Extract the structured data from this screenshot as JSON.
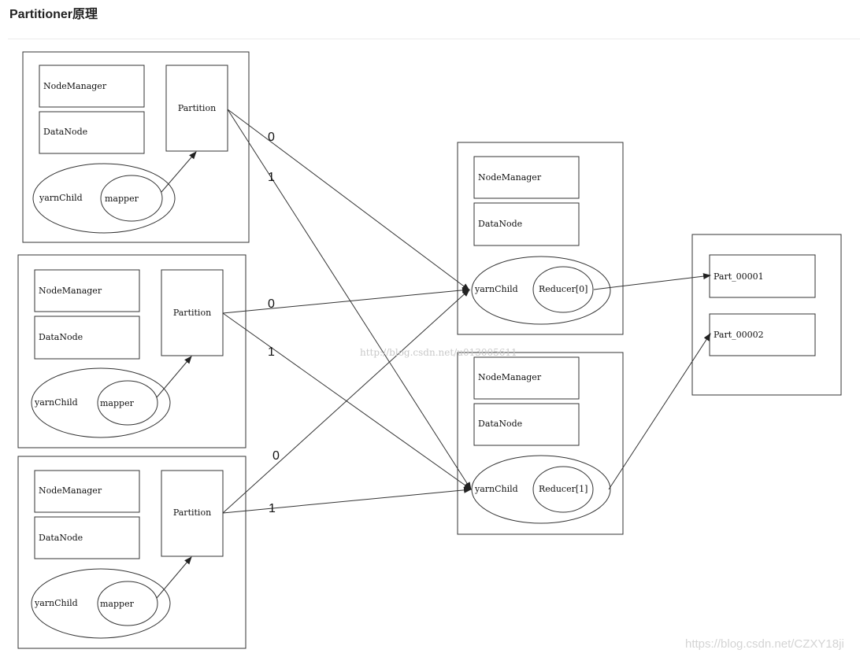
{
  "page": {
    "title": "Partitioner原理"
  },
  "diagram": {
    "mappers": [
      {
        "node_manager": "NodeManager",
        "data_node": "DataNode",
        "partition": "Partition",
        "yarn_child": "yarnChild",
        "task": "mapper"
      },
      {
        "node_manager": "NodeManager",
        "data_node": "DataNode",
        "partition": "Partition",
        "yarn_child": "yarnChild",
        "task": "mapper"
      },
      {
        "node_manager": "NodeManager",
        "data_node": "DataNode",
        "partition": "Partition",
        "yarn_child": "yarnChild",
        "task": "mapper"
      }
    ],
    "reducers": [
      {
        "node_manager": "NodeManager",
        "data_node": "DataNode",
        "yarn_child": "yarnChild",
        "task": "Reducer[0]"
      },
      {
        "node_manager": "NodeManager",
        "data_node": "DataNode",
        "yarn_child": "yarnChild",
        "task": "Reducer[1]"
      }
    ],
    "outputs": [
      "Part_00001",
      "Part_00002"
    ],
    "edges": [
      {
        "from": "mapper-1",
        "to": "reducer-0",
        "label": "0"
      },
      {
        "from": "mapper-1",
        "to": "reducer-1",
        "label": "1"
      },
      {
        "from": "mapper-2",
        "to": "reducer-0",
        "label": "0"
      },
      {
        "from": "mapper-2",
        "to": "reducer-1",
        "label": "1"
      },
      {
        "from": "mapper-3",
        "to": "reducer-0",
        "label": "0"
      },
      {
        "from": "mapper-3",
        "to": "reducer-1",
        "label": "1"
      },
      {
        "from": "reducer-0",
        "to": "part-1",
        "label": ""
      },
      {
        "from": "reducer-1",
        "to": "part-2",
        "label": ""
      }
    ]
  },
  "watermarks": {
    "center": "http://blog.csdn.net/u013005611",
    "corner": "https://blog.csdn.net/CZXY18ji"
  }
}
